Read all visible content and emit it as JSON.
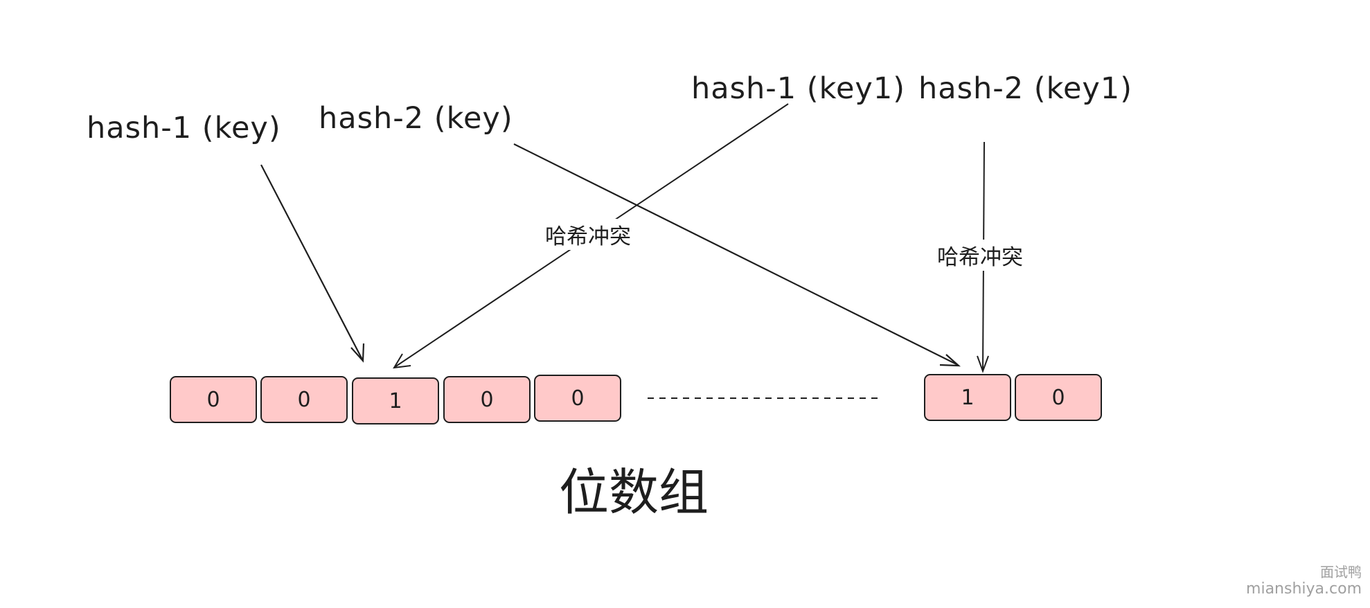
{
  "labels": {
    "hash1_key": "hash-1 (key)",
    "hash2_key": "hash-2 (key)",
    "hash1_key1": "hash-1 (key1)",
    "hash2_key1": "hash-2 (key1)"
  },
  "collision_label": "哈希冲突",
  "bit_array": {
    "left_cells": [
      "0",
      "0",
      "1",
      "0",
      "0"
    ],
    "right_cells": [
      "1",
      "0"
    ],
    "title": "位数组"
  },
  "watermark": {
    "line1": "面试鸭",
    "line2": "mianshiya.com"
  },
  "colors": {
    "cell_fill": "#ffc9c9",
    "stroke": "#1e1e1e"
  }
}
